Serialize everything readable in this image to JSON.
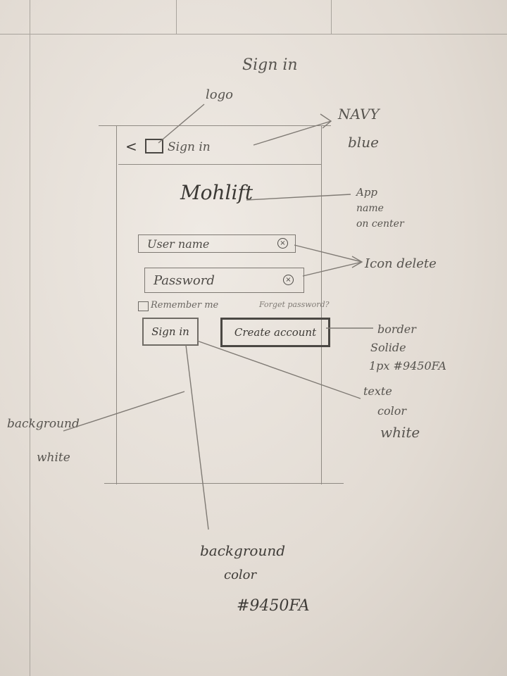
{
  "sketch_title": "Sign in",
  "header": {
    "back_symbol": "<",
    "title": "Sign in"
  },
  "app_name": "Mohlift",
  "fields": {
    "username_value": "User name",
    "password_value": "Password"
  },
  "remember_label": "Remember me",
  "forgot_link": "Forget password?",
  "buttons": {
    "signin_label": "Sign in",
    "create_label": "Create account"
  },
  "annotations": {
    "logo": "logo",
    "navy_1": "NAVY",
    "navy_2": "blue",
    "app_name_1": "App",
    "app_name_2": "name",
    "app_name_3": "on center",
    "icon_delete": "Icon delete",
    "border_1": "border",
    "border_2": "Solide",
    "border_3": "1px #9450FA",
    "text_color_1": "texte",
    "text_color_2": "color",
    "text_color_3": "white",
    "background_1": "background",
    "background_2": "white",
    "bg_color_1": "background",
    "bg_color_2": "color",
    "bg_color_3": "#9450FA"
  }
}
